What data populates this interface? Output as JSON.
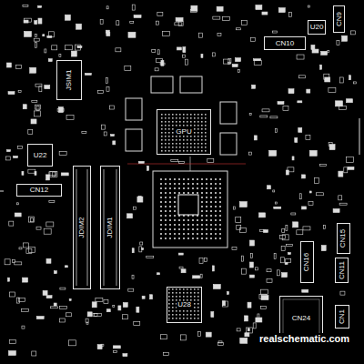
{
  "diagram": {
    "nodes": [
      {
        "text": [
          "CN9"
        ]
      },
      {
        "text": [
          "U20"
        ]
      },
      {
        "text": [
          "CN10"
        ]
      },
      {
        "text": [
          "JSIM1"
        ]
      },
      {
        "text": [
          "GPU"
        ]
      },
      {
        "text": [
          "U22"
        ]
      },
      {
        "text": [
          "CN12"
        ]
      },
      {
        "text": [
          "JDIM2"
        ]
      },
      {
        "text": [
          "JDIM1"
        ]
      },
      {
        "text": [
          "U28"
        ]
      },
      {
        "text": [
          "CN16"
        ]
      },
      {
        "text": [
          "CN15"
        ]
      },
      {
        "text": [
          "CN11"
        ]
      },
      {
        "text": [
          "CN1"
        ]
      },
      {
        "text": [
          "CN24"
        ]
      }
    ],
    "labels": [
      "realschematic.com"
    ]
  }
}
